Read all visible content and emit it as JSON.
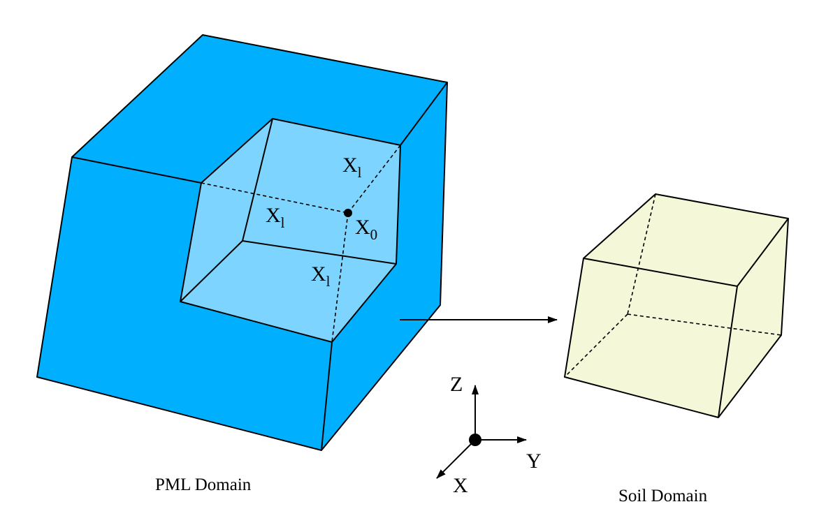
{
  "labels": {
    "x1_top": "X",
    "x1_top_sub": "l",
    "x1_left": "X",
    "x1_left_sub": "l",
    "x1_bottom": "X",
    "x1_bottom_sub": "l",
    "x0": "X",
    "x0_sub": "0",
    "pml_domain": "PML Domain",
    "soil_domain": "Soil Domain",
    "axis_z": "Z",
    "axis_y": "Y",
    "axis_x": "X"
  },
  "colors": {
    "pml_fill": "#00b0ff",
    "cutout_fill": "#7dd4ff",
    "soil_fill": "#f4f8d8",
    "stroke": "#000000"
  }
}
